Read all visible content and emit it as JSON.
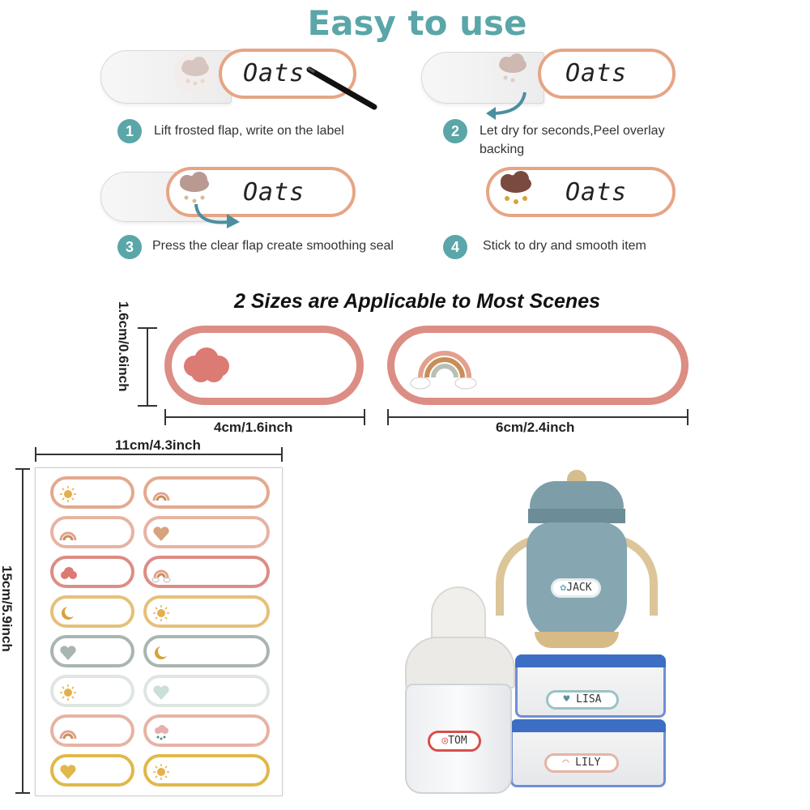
{
  "header": {
    "title": "Easy to use"
  },
  "steps": [
    {
      "number": "1",
      "text": "Lift frosted flap, write on the label",
      "label": "Oats"
    },
    {
      "number": "2",
      "text": "Let dry for seconds,Peel overlay backing",
      "label": "Oats"
    },
    {
      "number": "3",
      "text": "Press the clear flap create smoothing seal",
      "label": "Oats"
    },
    {
      "number": "4",
      "text": "Stick to dry and smooth item",
      "label": "Oats"
    }
  ],
  "sizes": {
    "title": "2 Sizes are Applicable to Most Scenes",
    "height_label": "1.6cm/0.6inch",
    "small_width_label": "4cm/1.6inch",
    "large_width_label": "6cm/2.4inch"
  },
  "sheet": {
    "width_label": "11cm/4.3inch",
    "height_label": "15cm/5.9inch",
    "rows": [
      {
        "left": {
          "border": "#e3a98f",
          "icon": "sun-icon"
        },
        "right": {
          "border": "#e3a98f",
          "icon": "rainbow-icon"
        }
      },
      {
        "left": {
          "border": "#e7b3a3",
          "icon": "rainbow-icon"
        },
        "right": {
          "border": "#e7b3a3",
          "icon": "heart-icon"
        }
      },
      {
        "left": {
          "border": "#dc8d84",
          "icon": "cloud-icon"
        },
        "right": {
          "border": "#dc8d84",
          "icon": "rainbow-cloud-icon"
        }
      },
      {
        "left": {
          "border": "#e6c07a",
          "icon": "moon-icon"
        },
        "right": {
          "border": "#e6c07a",
          "icon": "sun-icon"
        }
      },
      {
        "left": {
          "border": "#a9b5b0",
          "icon": "heart-icon"
        },
        "right": {
          "border": "#a9b5b0",
          "icon": "moon-icon"
        }
      },
      {
        "left": {
          "border": "#dfe6e2",
          "icon": "sun-icon"
        },
        "right": {
          "border": "#dfe6e2",
          "icon": "heart-icon"
        }
      },
      {
        "left": {
          "border": "#e7b3a3",
          "icon": "rainbow-icon"
        },
        "right": {
          "border": "#e7b3a3",
          "icon": "rain-cloud-icon"
        }
      },
      {
        "left": {
          "border": "#e0b84a",
          "icon": "heart-icon"
        },
        "right": {
          "border": "#e0b84a",
          "icon": "sun-icon"
        }
      }
    ]
  },
  "scene": {
    "tags": {
      "jack": "JACK",
      "lisa": "LISA",
      "tom": "TOM",
      "lily": "LILY"
    }
  },
  "colors": {
    "accent": "#5aa6a8",
    "label_border": "#e6a585",
    "size_label_border": "#dc8d84"
  }
}
